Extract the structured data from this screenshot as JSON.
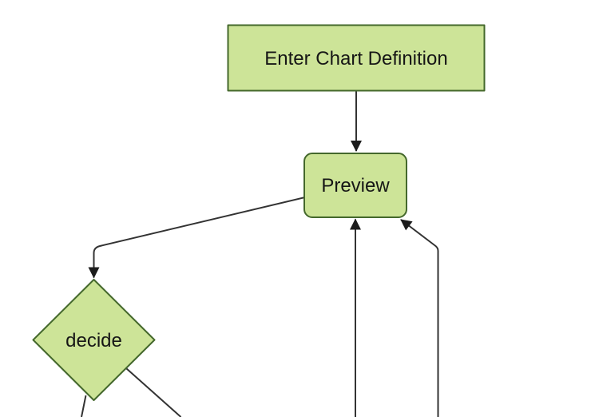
{
  "diagram": {
    "type": "flowchart",
    "background": "#ffffff",
    "colors": {
      "node_fill": "#cde498",
      "node_border": "#44682c",
      "edge_line": "#333333",
      "arrowhead": "#1c1c1c",
      "label_text": "#161616"
    },
    "nodes": [
      {
        "label": "Enter Chart Definition",
        "shape": "rectangle"
      },
      {
        "label": "Preview",
        "shape": "rounded-rectangle"
      },
      {
        "label": "decide",
        "shape": "diamond"
      }
    ],
    "edges": [
      {
        "from": "Enter Chart Definition",
        "to": "Preview",
        "arrowhead": true
      },
      {
        "from": "Preview",
        "to": "decide",
        "arrowhead": true
      },
      {
        "from": "decide",
        "to": "offscreen-bottom-left",
        "arrowhead": false
      },
      {
        "from": "decide",
        "to": "offscreen-bottom-right",
        "arrowhead": false
      },
      {
        "from": "offscreen-bottom",
        "to": "Preview",
        "arrowhead": true
      },
      {
        "from": "offscreen-bottom-right",
        "to": "Preview",
        "arrowhead": true
      }
    ]
  }
}
